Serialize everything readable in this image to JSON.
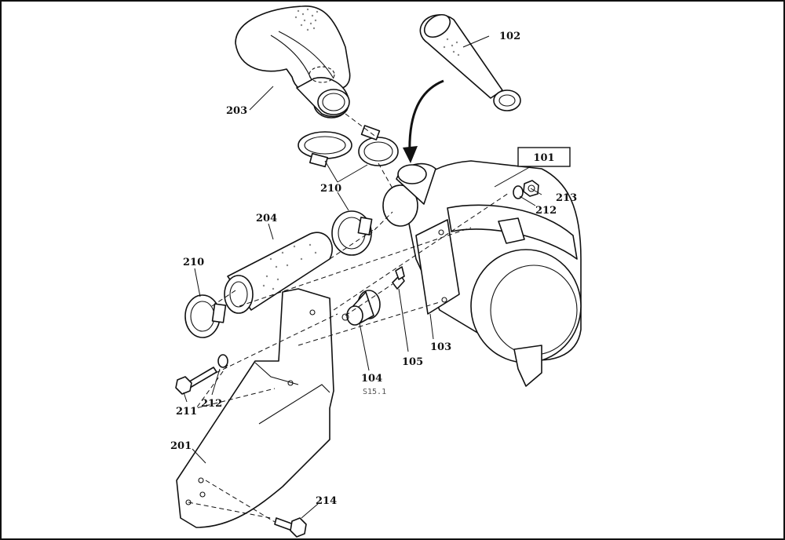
{
  "diagram": {
    "callouts": {
      "c101": "101",
      "c102": "102",
      "c103": "103",
      "c104": "104",
      "c104_sub": "S15.1",
      "c105": "105",
      "c201": "201",
      "c203": "203",
      "c204": "204",
      "c210_top": "210",
      "c210_left": "210",
      "c211": "211",
      "c212_left": "212",
      "c212_right": "212",
      "c213": "213",
      "c214": "214"
    }
  }
}
